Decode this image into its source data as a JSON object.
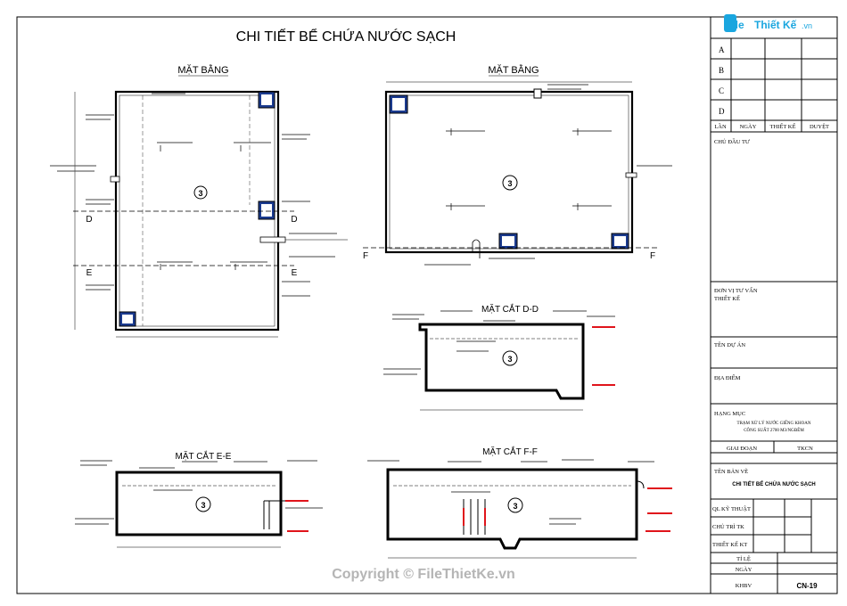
{
  "sheet_title": "CHI TIẾT BỂ CHỨA NƯỚC SẠCH",
  "views": {
    "plan_left_title": "MẶT BẰNG",
    "plan_right_title": "MẶT BẰNG",
    "section_dd_title": "MẶT CẮT D-D",
    "section_ee_title": "MẶT CẮT E-E",
    "section_ff_title": "MẶT CẮT F-F",
    "zone_number": "3",
    "cut_d": "D",
    "cut_e": "E",
    "cut_f": "F"
  },
  "logo": {
    "file": "File",
    "thiet": "Thiết Kế",
    "vn": ".vn"
  },
  "watermark": "Copyright © FileThietKe.vn",
  "title_block": {
    "revisions": [
      "A",
      "B",
      "C",
      "D"
    ],
    "rev_headers": [
      "LẦN",
      "NGÀY",
      "THIẾT KẾ",
      "DUYỆT"
    ],
    "owner_label": "CHỦ ĐẦU TƯ",
    "consultant_label": "ĐƠN VỊ TƯ VẤN THIẾT KẾ",
    "project_label": "TÊN DỰ ÁN",
    "location_label": "ĐỊA ĐIỂM",
    "category_label": "HẠNG MỤC",
    "category_line1": "TRẠM XỬ LÝ NƯỚC GIẾNG KHOAN",
    "category_line2": "CÔNG SUẤT 2700 M3/NGĐÊM",
    "stage_label": "GIAI ĐOẠN",
    "stage_value": "TKCN",
    "drawing_name_label": "TÊN BẢN VẼ",
    "drawing_name_value": "CHI TIẾT BỂ CHỨA NƯỚC SẠCH",
    "signers": [
      "QL KỸ THUẬT",
      "CHỦ TRÌ TK",
      "THIẾT KẾ KT"
    ],
    "scale_label": "TỈ LỆ",
    "date_label": "NGÀY",
    "code_label": "KHBV",
    "code_value": "CN-19"
  }
}
